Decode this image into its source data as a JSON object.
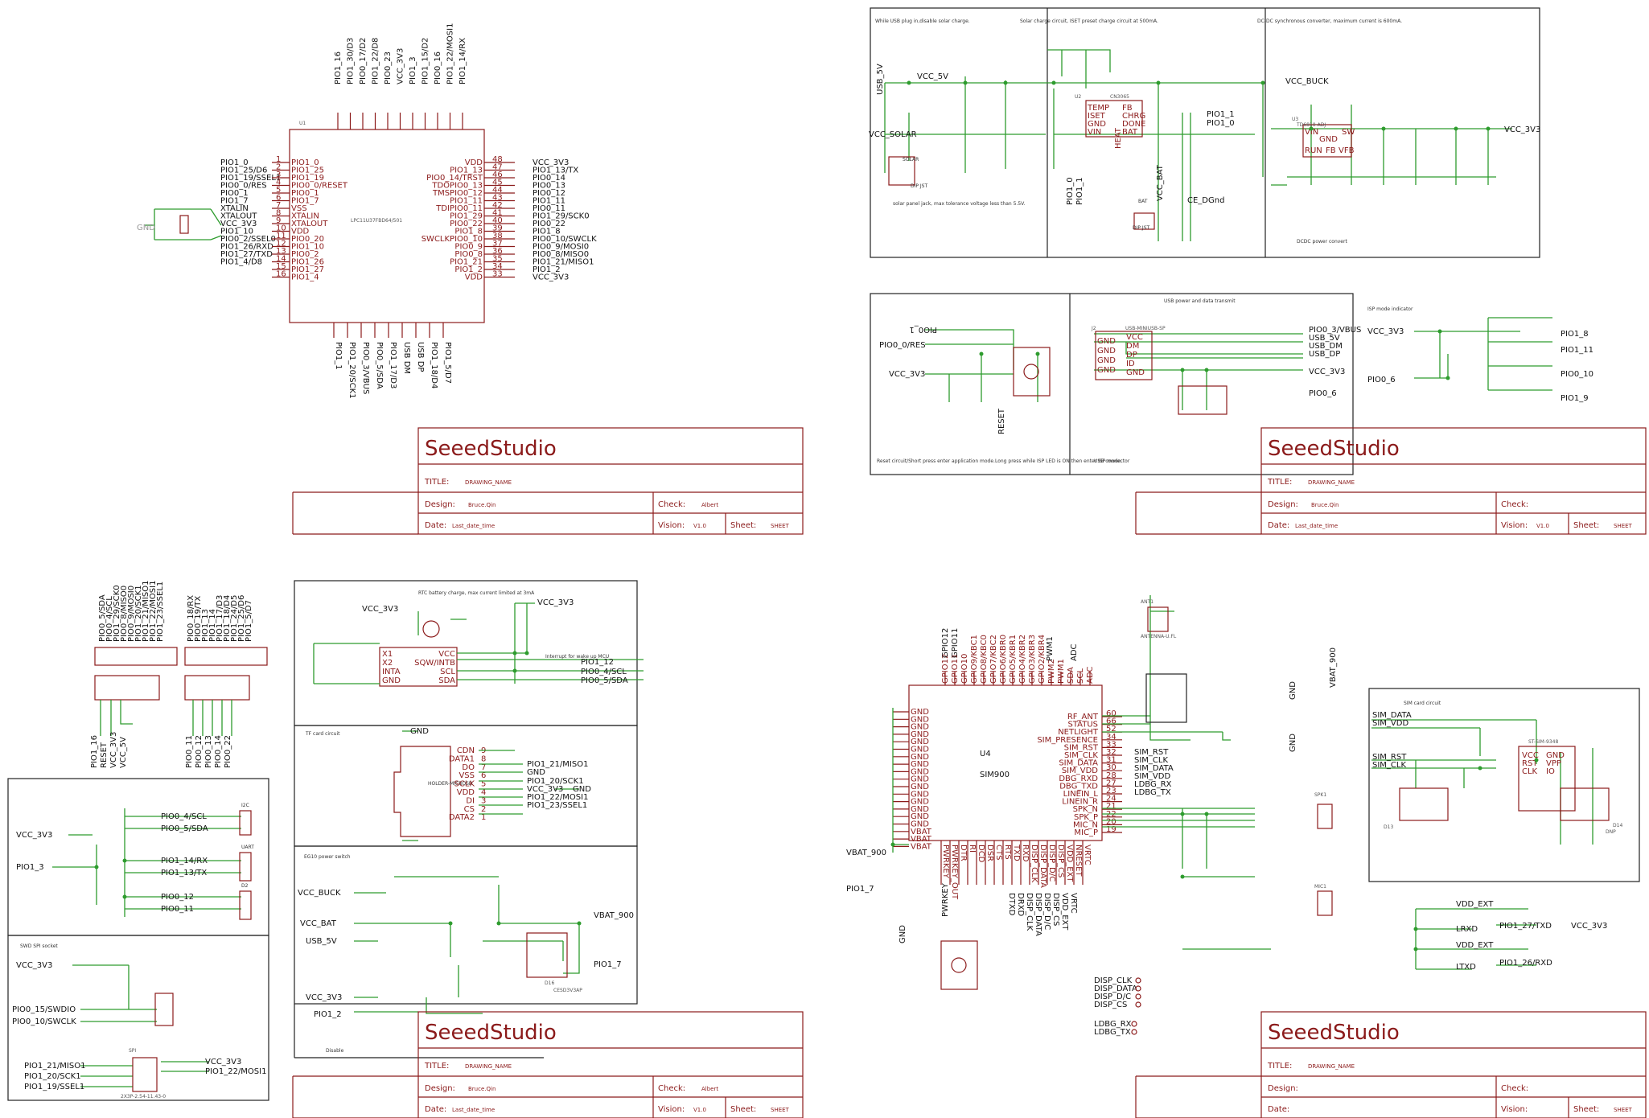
{
  "title_block": {
    "company": "SeeedStudio",
    "title_label": "TITLE:",
    "title_value": "DRAWING_NAME",
    "design_label": "Design:",
    "design_value": "Bruce.Qin",
    "check_label": "Check:",
    "check_value": "Albert",
    "date_label": "Date:",
    "date_value": "Last_date_time",
    "vision_label": "Vision:",
    "vision_value": "V1.0",
    "sheet_label": "Sheet:",
    "sheet_value": "SHEET"
  },
  "mcu": {
    "part": "LPC11U37FBD64/501",
    "ref": "U1",
    "left_nets": [
      "PIO1_0",
      "PIO1_25/D6",
      "PIO1_19/SSEL1",
      "PIO0_0/RES",
      "PIO0_1",
      "PIO1_7",
      "XTALIN",
      "XTALOUT",
      "VCC_3V3",
      "PIO1_10",
      "PIO0_2/SSEL0",
      "PIO1_26/RXD",
      "PIO1_27/TXD",
      "PIO1_4/D8"
    ],
    "left_pins": [
      "PIO1_0",
      "PIO1_25",
      "PIO1_19",
      "PIO0_0/RESET",
      "PIO0_1",
      "PIO1_7",
      "VSS",
      "XTALIN",
      "XTALOUT",
      "VDD",
      "PIO0_20",
      "PIO1_10",
      "PIO0_2",
      "PIO1_26",
      "PIO1_27",
      "PIO1_4"
    ],
    "right_nets": [
      "VCC_3V3",
      "PIO1_13/TX",
      "PIO0_14",
      "PIO0_13",
      "PIO0_12",
      "PIO1_11",
      "PIO0_11",
      "PIO1_29/SCK0",
      "PIO0_22",
      "PIO1_8",
      "PIO0_10/SWCLK",
      "PIO0_9/MOSI0",
      "PIO0_8/MISO0",
      "PIO1_21/MISO1",
      "PIO1_2",
      "VCC_3V3"
    ],
    "right_pins": [
      "VDD",
      "PIO1_13",
      "PIO0_14/TRST",
      "TDOPIO0_13",
      "TMSPIO0_12",
      "PIO1_11",
      "TDIPIO0_11",
      "PIO1_29",
      "PIO0_22",
      "PIO1_8",
      "SWCLKPIO0_10",
      "PIO0_9",
      "PIO0_8",
      "PIO1_21",
      "PIO1_2",
      "VDD"
    ],
    "top_nets": [
      "PIO1_16",
      "PIO1_30/D3",
      "PIO0_17/D2",
      "PIO1_22/D8",
      "PIO0_23",
      "VCC_3V3",
      "PIO1_3",
      "PIO1_15/D2",
      "PIO0_16",
      "PIO1_22/MOSI1",
      "PIO1_14/RX"
    ],
    "bottom_nets": [
      "PIO1_1",
      "PIO1_20/SCK1",
      "PIO0_3/VBUS",
      "PIO0_5/SDA",
      "PIO1_17/D3",
      "USB DM",
      "USB DP",
      "PIO1_18/D4",
      "PIO1_5/D7"
    ],
    "right_pin_numbers": [
      "48",
      "47",
      "46",
      "45",
      "44",
      "43",
      "42",
      "41",
      "40",
      "39",
      "38",
      "37",
      "36",
      "35",
      "34",
      "33"
    ],
    "left_pin_numbers": [
      "1",
      "2",
      "3",
      "4",
      "5",
      "6",
      "7",
      "8",
      "9",
      "10",
      "11",
      "12",
      "13",
      "14",
      "15",
      "16"
    ]
  },
  "power": {
    "notes": [
      "While USB plug in,disable solar charge.",
      "Solar charge circuit, ISET preset charge circuit at 500mA.",
      "DC-DC synchronous converter, maximum current is 600mA.",
      "solar panel jack, max tolerance voltage less than 5.5V.",
      "DCDC power convert"
    ],
    "nets": [
      "USB_5V",
      "VCC_5V",
      "VCC_SOLAR",
      "VCC_BUCK",
      "VCC_3V3",
      "PIO1_1",
      "PIO1_0",
      "VCC_BAT",
      "PIO1_0",
      "PIO1_1"
    ],
    "charger": {
      "ref": "U2",
      "part": "CN3065",
      "left": [
        "TEMP",
        "ISET",
        "GND",
        "VIN"
      ],
      "right": [
        "FB",
        "CHRG",
        "DONE",
        "BAT"
      ]
    },
    "dcdc": {
      "ref": "U3",
      "part": "TD6810-ADJ",
      "pins": [
        "VIN",
        "GND",
        "SW",
        "RUN",
        "FB",
        "VFB"
      ]
    },
    "labels": [
      "SOLAR",
      "DIP JST",
      "BAT",
      "DIP JST",
      "HEAT",
      "CE_DGnd"
    ]
  },
  "usb": {
    "note": "USB power and data transmit",
    "reset_note": "Reset circuit/Short press enter application mode.Long press while ISP LED is ON then enter ISP mode.",
    "conn_note": "USB connector",
    "conn_ref": "J2",
    "conn_part": "USB-MINIUSB-SP",
    "pins": [
      "GND",
      "GND",
      "GND",
      "GND",
      "VCC",
      "DM",
      "DP",
      "ID",
      "GND"
    ],
    "nets_left": [
      "PIO0_1",
      "PIO0_0/RES",
      "VCC_3V3"
    ],
    "nets_right": [
      "PIO0_3/VBUS",
      "USB_5V",
      "USB_DM",
      "USB_DP",
      "VCC_3V3",
      "PIO0_6"
    ],
    "reset_label": "RESET",
    "isp_note": "ISP mode indicator",
    "isp_nets_left": [
      "VCC_3V3",
      "PIO0_6"
    ],
    "isp_nets_right": [
      "PIO1_8",
      "PIO1_11",
      "PIO0_10",
      "PIO1_9"
    ]
  },
  "headers": {
    "j1_nets": [
      "PIO0_5/SDA",
      "PIO0_4/SCL",
      "PIO1_29/SCK0",
      "PIO0_8/MISO0",
      "PIO0_9/MOSI0",
      "PIO1_20/SCK1",
      "PIO1_21/MISO1",
      "PIO1_22/MOSI1",
      "PIO1_23/SSEL1"
    ],
    "j2_nets": [
      "PIO0_18/RX",
      "PIO0_19/TX",
      "PIO1_13",
      "PIO1_14",
      "PIO1_17/D3",
      "PIO1_18/D4",
      "PIO1_24/D5",
      "PIO1_25/D6",
      "PIO1_5/D7"
    ],
    "bottom_left": [
      "PIO1_16",
      "RESET",
      "VCC_3V3",
      "VCC_5V"
    ],
    "bottom_right": [
      "PIO0_11",
      "PIO0_12",
      "PIO0_13",
      "PIO0_14",
      "PIO0_22"
    ]
  },
  "i2c_panel": {
    "nets_left": [
      "VCC_3V3",
      "PIO1_3"
    ],
    "nets_right": [
      "PIO0_4/SCL",
      "PIO0_5/SDA",
      "PIO1_14/RX",
      "PIO1_13/TX",
      "PIO0_12",
      "PIO0_11"
    ],
    "grove_labels": [
      "I2C",
      "UART",
      "D2"
    ]
  },
  "swd_panel": {
    "title": "SWD SPI socket",
    "nets_left": [
      "VCC_3V3",
      "PIO0_15/SWDIO",
      "PIO0_10/SWCLK",
      "PIO1_21/MISO1",
      "PIO1_20/SCK1",
      "PIO1_19/SSEL1"
    ],
    "nets_right": [
      "VCC_3V3",
      "PIO1_22/MOSI1"
    ],
    "ref": "SPI",
    "part": "2X3P-2.54-11.43-0"
  },
  "rtc_panel": {
    "note": "RTC battery charge, max current limited at 3mA",
    "ic_pins_left": [
      "X1",
      "X2",
      "INTA",
      "GND"
    ],
    "ic_pins_right": [
      "VCC",
      "SQW/INTB",
      "SCL",
      "SDA"
    ],
    "nets": [
      "VCC_3V3",
      "VCC_3V3",
      "PIO1_12",
      "PIO0_4/SCL",
      "PIO0_5/SDA"
    ],
    "interrupt_note": "Interrupt for wake up MCU"
  },
  "tf_panel": {
    "title": "TF card circuit",
    "socket": "HOLDER-MICROSD",
    "pins": [
      "CDN",
      "DATA1",
      "DO",
      "VSS",
      "SCLK",
      "VDD",
      "DI",
      "CS",
      "DATA2"
    ],
    "pin_numbers": [
      "9",
      "8",
      "7",
      "6",
      "5",
      "4",
      "3",
      "2",
      "1"
    ],
    "nets": [
      "PIO1_21/MISO1",
      "GND",
      "PIO1_20/SCK1",
      "VCC_3V3",
      "PIO1_22/MOSI1",
      "PIO1_23/SSEL1",
      "GND",
      "GND"
    ]
  },
  "eg10_panel": {
    "title": "EG10 power switch",
    "nets_left": [
      "VCC_BUCK",
      "VCC_BAT",
      "USB_5V",
      "VCC_3V3",
      "PIO1_2"
    ],
    "nets_right": [
      "VBAT_900",
      "PIO1_7"
    ],
    "tvs": "CESD3V3AP",
    "tvs_ref": "D16",
    "footer": "Disable"
  },
  "gsm": {
    "ref": "U4",
    "part": "SIM900",
    "left_pins": [
      "GND",
      "GND",
      "GND",
      "GND",
      "GND",
      "GND",
      "GND",
      "GND",
      "GND",
      "GND",
      "GND",
      "GND",
      "GND",
      "GND",
      "GND",
      "GND",
      "VBAT",
      "VBAT",
      "VBAT"
    ],
    "right_pins": [
      "RF_ANT",
      "STATUS",
      "NETLIGHT",
      "SIM_PRESENCE",
      "SIM_RST",
      "SIM_CLK",
      "SIM_DATA",
      "SIM_VDD",
      "DBG_RXD",
      "DBG_TXD",
      "LINEIN_L",
      "LINEIN_R",
      "SPK_N",
      "SPK_P",
      "MIC_N",
      "MIC_P"
    ],
    "right_pin_numbers": [
      "60",
      "66",
      "52",
      "34",
      "33",
      "32",
      "31",
      "30",
      "28",
      "27",
      "23",
      "24",
      "21",
      "22",
      "20",
      "19"
    ],
    "top_pins": [
      "GPIO12",
      "GPIO11",
      "GPIO10",
      "GPIO9/KBC1",
      "GPIO8/KBC0",
      "GPIO7/KBC2",
      "GPIO6/KBR0",
      "GPIO5/KBR1",
      "GPIO4/KBR2",
      "GPIO3/KBR3",
      "GPIO2/KBR4",
      "PWM2",
      "PWM1",
      "SDA",
      "SCL",
      "ADC"
    ],
    "bottom_pins": [
      "PWRKEY",
      "PWRKEY_OUT",
      "DTR",
      "RI",
      "DCD",
      "DSR",
      "CTS",
      "RTS",
      "TXD",
      "RXD",
      "DISP_CLK",
      "DISP_DATA",
      "DISP_D/C",
      "DISP_CS",
      "VDD_EXT",
      "NRESET",
      "VRTC"
    ],
    "nets": [
      "SIM_RST",
      "SIM_CLK",
      "SIM_DATA",
      "SIM_VDD",
      "LDBG_RX",
      "LDBG_TX",
      "VBAT_900",
      "PIO1_7",
      "GND",
      "PWM1",
      "ADC",
      "GPIO11",
      "GPIO12",
      "VBAT_900",
      "GND",
      "GND"
    ],
    "disp_nets": [
      "DISP_CLK",
      "DISP_DATA",
      "DISP_D/C",
      "DISP_CS"
    ],
    "ldbg_nets": [
      "LDBG_RX",
      "LDBG_TX"
    ],
    "bottom_nets": [
      "DTXD",
      "DRXD",
      "DISP_CLK",
      "DISP_DATA",
      "DISP_D/C",
      "DISP_CS",
      "VDD_EXT",
      "VRTC"
    ],
    "antenna": {
      "ref": "ANT1",
      "part": "ANTENNA-U.FL"
    },
    "pwrkey": "PWRKEY",
    "spk": "SPK1",
    "mic": "MIC1"
  },
  "sim_card": {
    "title": "SIM card circuit",
    "nets": [
      "SIM_DATA",
      "SIM_VDD",
      "SIM_RST",
      "SIM_CLK"
    ],
    "holder": "ST-SIM-9348",
    "pins_left": [
      "VCC",
      "RST",
      "CLK"
    ],
    "pins_right": [
      "GND",
      "VPP",
      "IO"
    ],
    "tvs": [
      "D13",
      "D14"
    ],
    "dnp": "DNP"
  },
  "level_shift": {
    "nets": [
      "VDD_EXT",
      "LRXD",
      "PIO1_27/TXD",
      "VCC_3V3",
      "VDD_EXT",
      "LTXD",
      "PIO1_26/RXD"
    ]
  }
}
